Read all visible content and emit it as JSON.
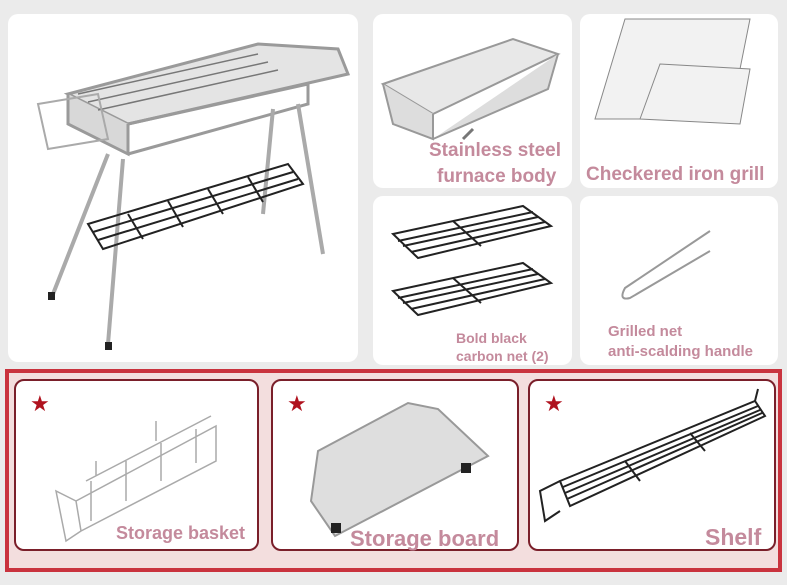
{
  "components": [
    {
      "id": "grill",
      "label": ""
    },
    {
      "id": "furnace",
      "label_line1": "Stainless steel",
      "label_line2": "furnace body"
    },
    {
      "id": "iron-grill",
      "label": "Checkered iron grill"
    },
    {
      "id": "carbon-net",
      "label_line1": "Bold black",
      "label_line2": "carbon net (2)"
    },
    {
      "id": "handle",
      "label_line1": "Grilled net",
      "label_line2": "anti-scalding handle"
    }
  ],
  "featured": {
    "star_icon": "★",
    "items": [
      {
        "label": "Storage basket"
      },
      {
        "label": "Storage board"
      },
      {
        "label": "Shelf"
      }
    ]
  },
  "colors": {
    "frame": "#c9333e",
    "label": "#c48a9c",
    "star": "#b0121e"
  }
}
